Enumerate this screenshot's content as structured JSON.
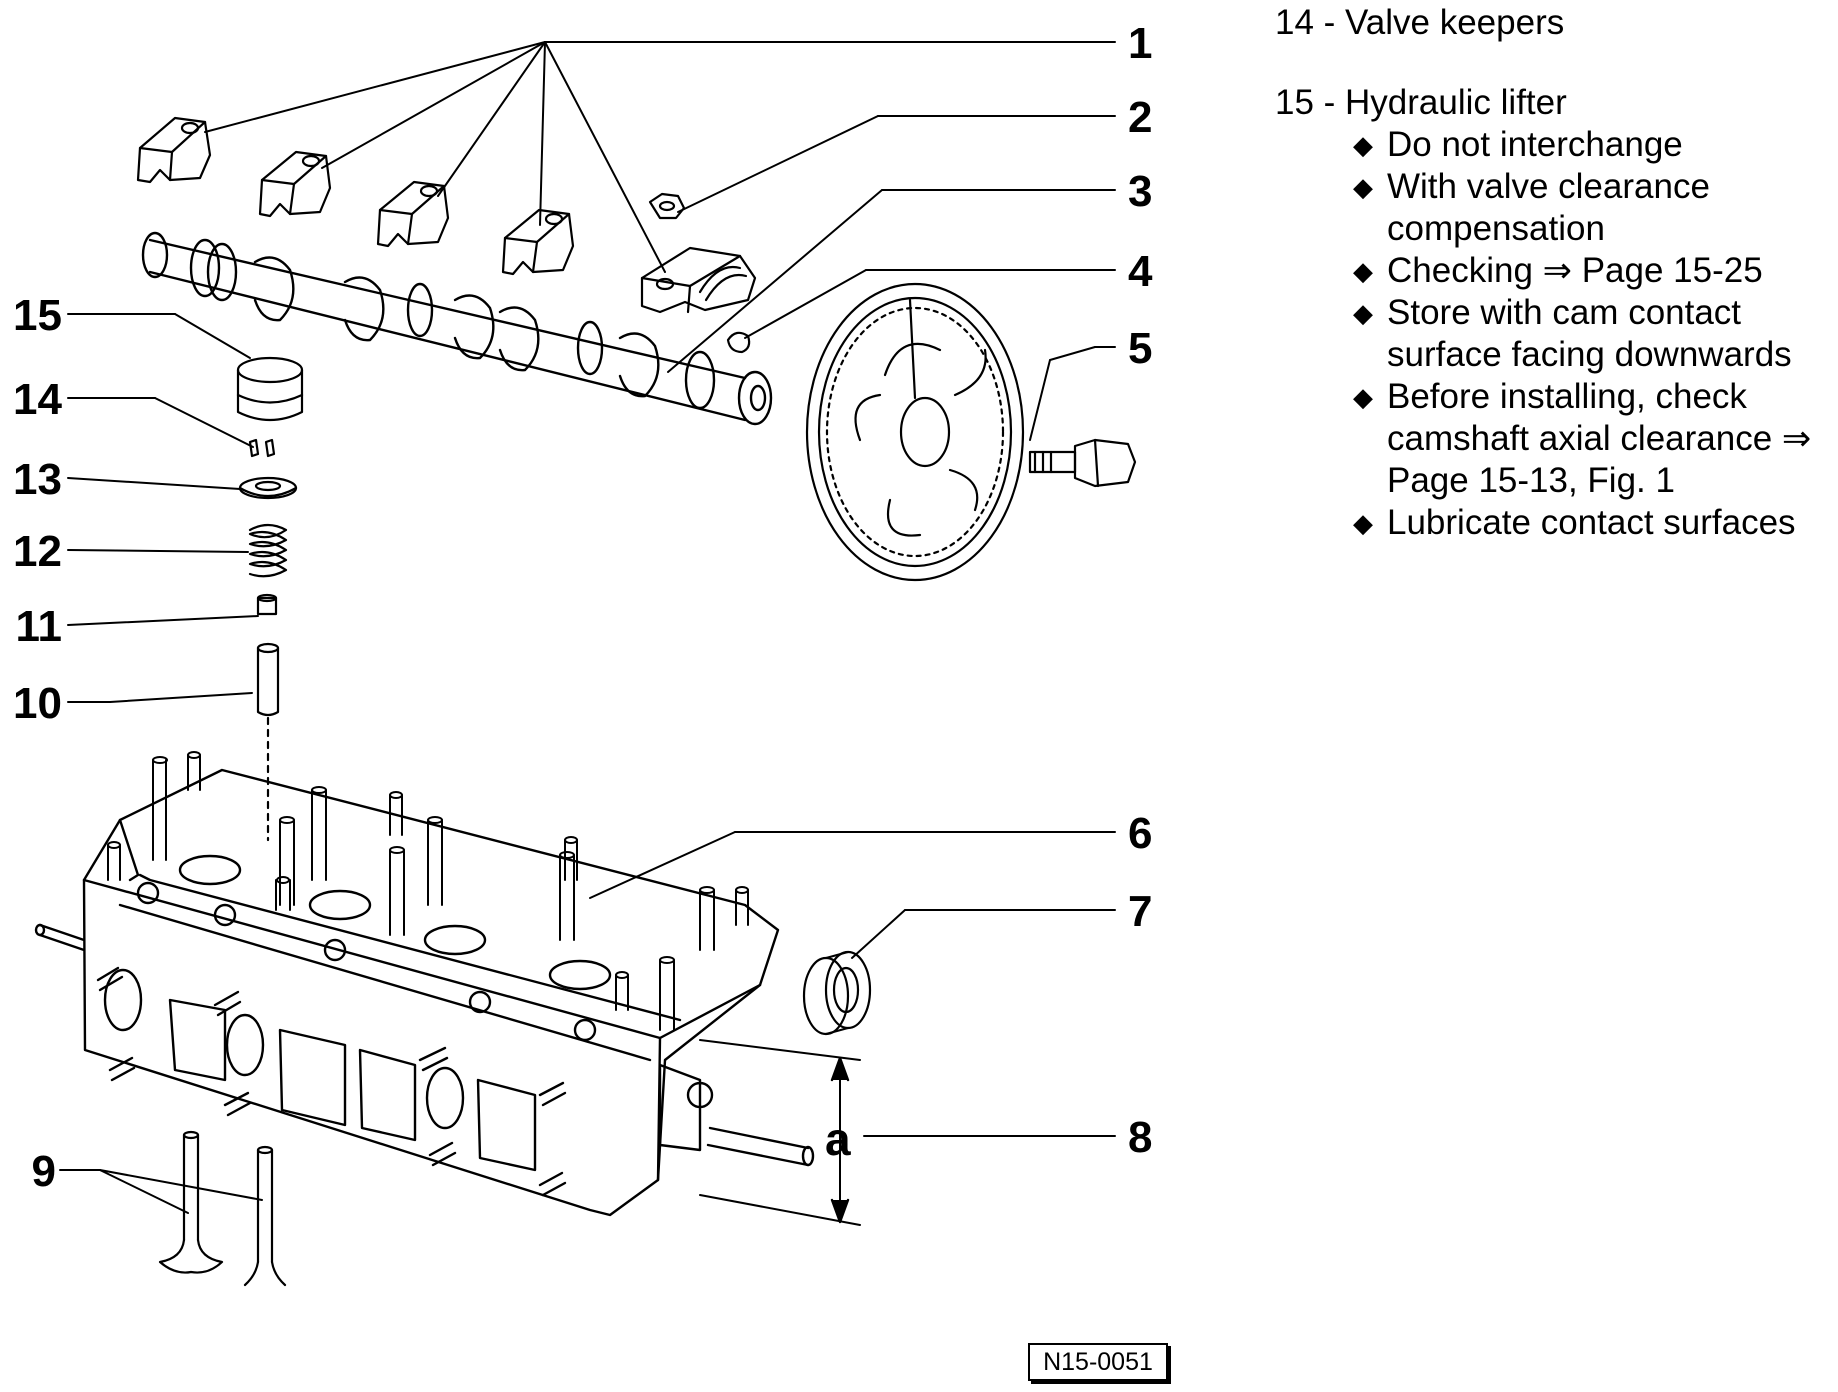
{
  "diagram": {
    "callouts_right": [
      {
        "id": "1",
        "label": "1"
      },
      {
        "id": "2",
        "label": "2"
      },
      {
        "id": "3",
        "label": "3"
      },
      {
        "id": "4",
        "label": "4"
      },
      {
        "id": "5",
        "label": "5"
      },
      {
        "id": "6",
        "label": "6"
      },
      {
        "id": "7",
        "label": "7"
      },
      {
        "id": "8",
        "label": "8"
      }
    ],
    "callouts_left": [
      {
        "id": "15",
        "label": "15"
      },
      {
        "id": "14",
        "label": "14"
      },
      {
        "id": "13",
        "label": "13"
      },
      {
        "id": "12",
        "label": "12"
      },
      {
        "id": "11",
        "label": "11"
      },
      {
        "id": "10",
        "label": "10"
      },
      {
        "id": "9",
        "label": "9"
      }
    ],
    "dimension_label": "a",
    "figure_ref": "N15-0051"
  },
  "legend": {
    "entries": [
      {
        "head": "14 - Valve keepers",
        "bullets": []
      },
      {
        "head": "15 - Hydraulic lifter",
        "bullets": [
          "Do not interchange",
          "With valve clearance compensation",
          "Checking ⇒ Page 15-25",
          "Store with cam contact surface facing downwards",
          "Before installing, check camshaft axial clearance ⇒ Page 15-13, Fig. 1",
          "Lubricate contact surfaces"
        ]
      }
    ]
  }
}
